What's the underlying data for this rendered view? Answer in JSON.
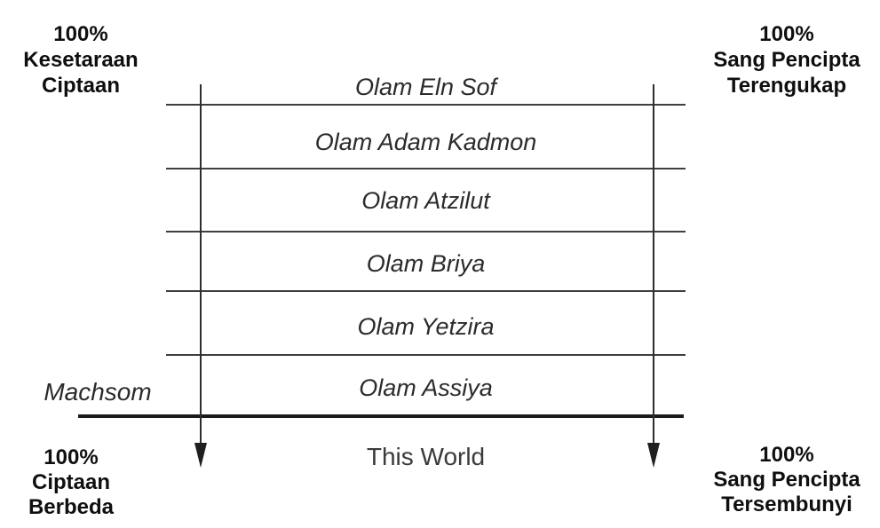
{
  "diagram": {
    "bands": [
      "Olam Eln Sof",
      "Olam Adam Kadmon",
      "Olam Atzilut",
      "Olam Briya",
      "Olam Yetzira",
      "Olam Assiya"
    ],
    "barrier_label": "Machsom",
    "bottom_label": "This World",
    "corner_labels": {
      "top_left": [
        "100%",
        "Kesetaraan",
        "Ciptaan"
      ],
      "top_right": [
        "100%",
        "Sang Pencipta",
        "Terengukap"
      ],
      "bottom_left": [
        "100%",
        "Ciptaan",
        "Berbeda"
      ],
      "bottom_right": [
        "100%",
        "Sang Pencipta",
        "Tersembunyi"
      ]
    },
    "colors": {
      "background": "#ffffff",
      "thin_line": "#3f3f3f",
      "thick_line": "#1b1b1b",
      "text": "#0f0f0f"
    }
  }
}
